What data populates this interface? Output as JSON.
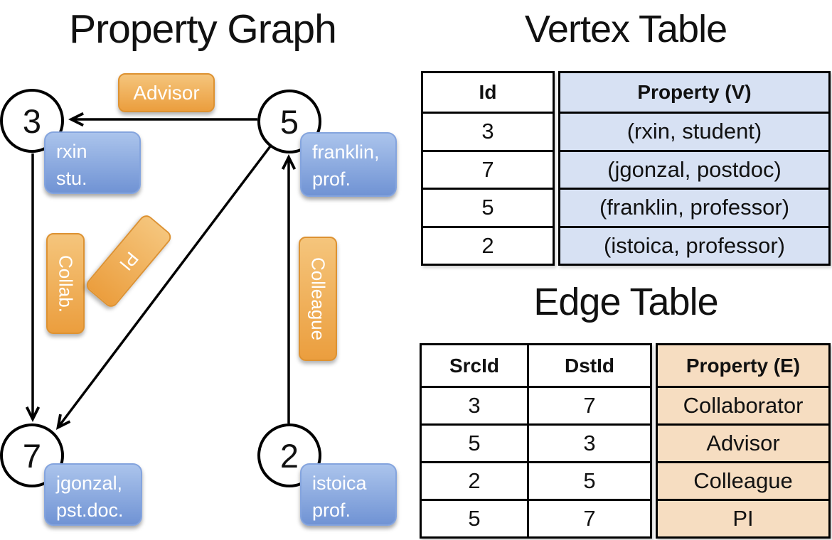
{
  "graph": {
    "title": "Property Graph",
    "nodes": [
      {
        "id": "3",
        "prop": [
          "rxin",
          "stu."
        ]
      },
      {
        "id": "5",
        "prop": [
          "franklin,",
          "prof."
        ]
      },
      {
        "id": "7",
        "prop": [
          "jgonzal,",
          "pst.doc."
        ]
      },
      {
        "id": "2",
        "prop": [
          "istoica",
          "prof."
        ]
      }
    ],
    "edge_labels": {
      "advisor": "Advisor",
      "collab": "Collab.",
      "pi": "PI",
      "colleague": "Colleague"
    }
  },
  "vertex_table": {
    "title": "Vertex Table",
    "columns": {
      "id": "Id",
      "property": "Property (V)"
    },
    "rows": [
      {
        "id": "3",
        "property": "(rxin, student)"
      },
      {
        "id": "7",
        "property": "(jgonzal, postdoc)"
      },
      {
        "id": "5",
        "property": "(franklin, professor)"
      },
      {
        "id": "2",
        "property": "(istoica, professor)"
      }
    ]
  },
  "edge_table": {
    "title": "Edge Table",
    "columns": {
      "src": "SrcId",
      "dst": "DstId",
      "property": "Property (E)"
    },
    "rows": [
      {
        "src": "3",
        "dst": "7",
        "property": "Collaborator"
      },
      {
        "src": "5",
        "dst": "3",
        "property": "Advisor"
      },
      {
        "src": "2",
        "dst": "5",
        "property": "Colleague"
      },
      {
        "src": "5",
        "dst": "7",
        "property": "PI"
      }
    ]
  },
  "colors": {
    "ink": "#111111",
    "blue-box-top": "#abc4ec",
    "blue-box-bottom": "#7093d4",
    "blue-box-border": "#84a4de",
    "orange-top": "#f5c57c",
    "orange-bottom": "#eb9e3e",
    "orange-border": "#dd9232",
    "vertex-fill": "#d7e1f3",
    "edge-fill": "#f6ddc1"
  }
}
